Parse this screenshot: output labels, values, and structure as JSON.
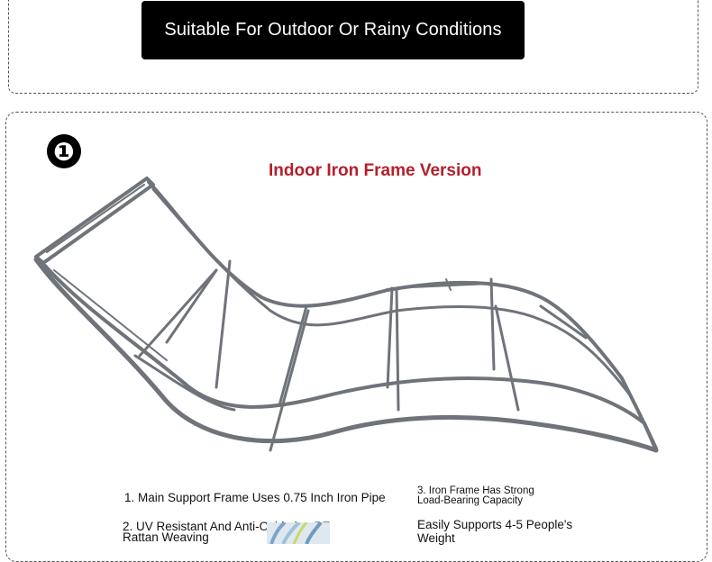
{
  "banner": {
    "text": "Suitable For Outdoor Or Rainy Conditions"
  },
  "section": {
    "badge": "❶",
    "title": "Indoor Iron Frame Version"
  },
  "features": {
    "f1": "1. Main Support Frame Uses 0.75 Inch Iron Pipe",
    "f2_line1": "2. UV Resistant And Anti-Oxidation PE",
    "f2_line2": "Rattan Weaving",
    "f3_line1": "3. Iron Frame Has Strong",
    "f3_line2": "Load-Bearing Capacity",
    "f4_line1": "Easily Supports 4-5 People's",
    "f4_line2": "Weight"
  },
  "colors": {
    "title": "#b3202a",
    "banner_bg": "#000000",
    "frame": "#6f737a"
  }
}
